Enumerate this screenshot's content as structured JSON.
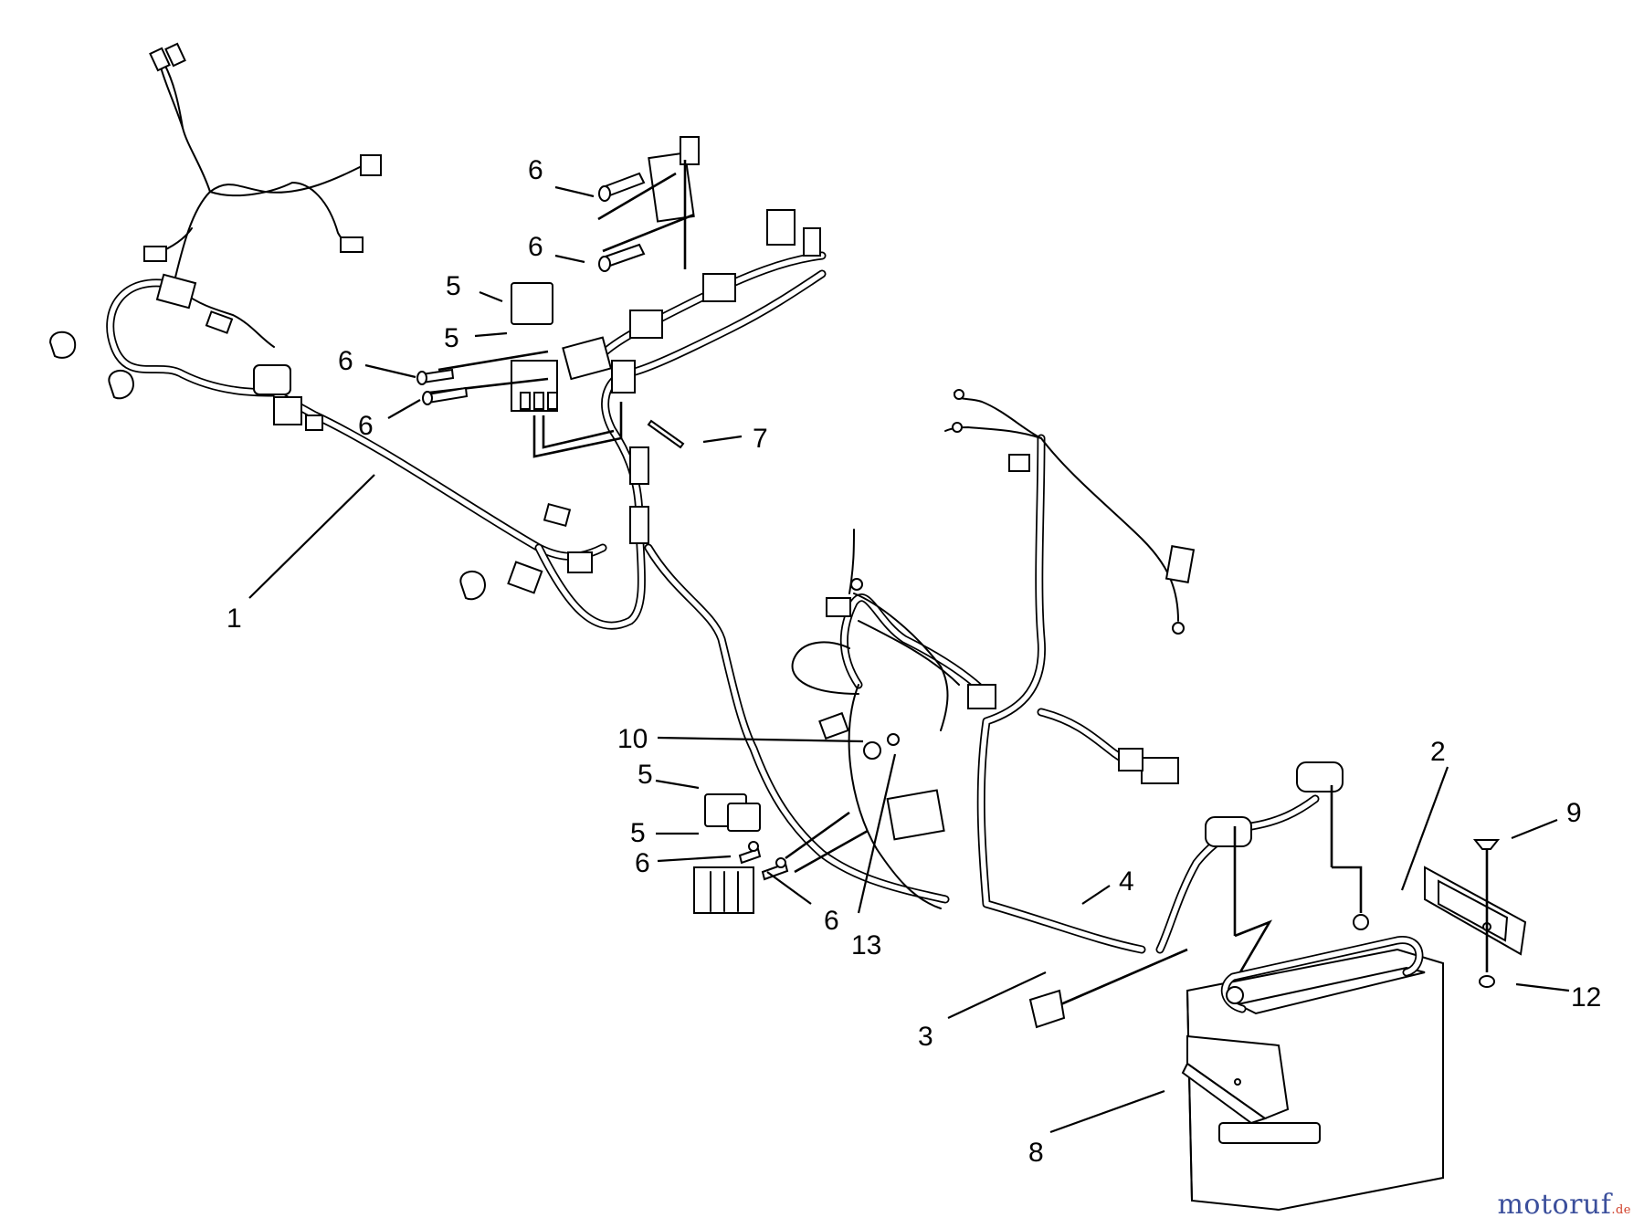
{
  "callouts": {
    "c1": "1",
    "c2": "2",
    "c3": "3",
    "c4": "4",
    "c5a": "5",
    "c5b": "5",
    "c5c": "5",
    "c5d": "5",
    "c6a": "6",
    "c6b": "6",
    "c6c": "6",
    "c6d": "6",
    "c6e": "6",
    "c6f": "6",
    "c7": "7",
    "c8": "8",
    "c9": "9",
    "c10": "10",
    "c12": "12",
    "c13": "13"
  },
  "watermark": {
    "main": "motoruf",
    "suffix": ".de"
  },
  "colors": {
    "line": "#000000",
    "background": "#ffffff",
    "watermark_blue": "#3b4f9c",
    "watermark_red": "#d0402a"
  }
}
